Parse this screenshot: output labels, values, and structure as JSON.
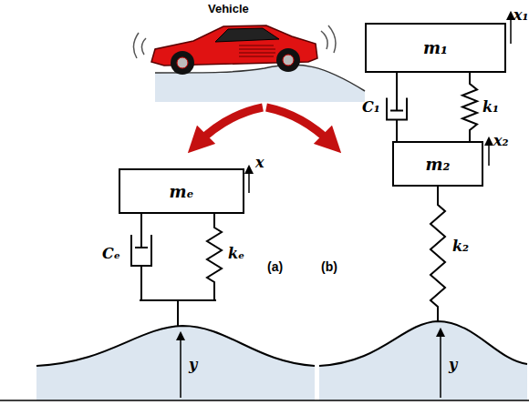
{
  "diagram": {
    "nodes": [
      {
        "text": [
          "mₑ"
        ]
      },
      {
        "text": [
          "m₁"
        ]
      },
      {
        "text": [
          "m₂"
        ]
      }
    ],
    "edges": [
      {
        "from": 1,
        "to": 2,
        "arrow": "none",
        "label": "C₁"
      },
      {
        "from": 1,
        "to": 2,
        "arrow": "none",
        "label": "k₁"
      }
    ],
    "labels": [
      "Vehicle",
      "x",
      "Cₑ",
      "kₑ",
      "y",
      "(a)",
      "(b)",
      "x₁",
      "x₂",
      "k₂",
      "y"
    ]
  }
}
